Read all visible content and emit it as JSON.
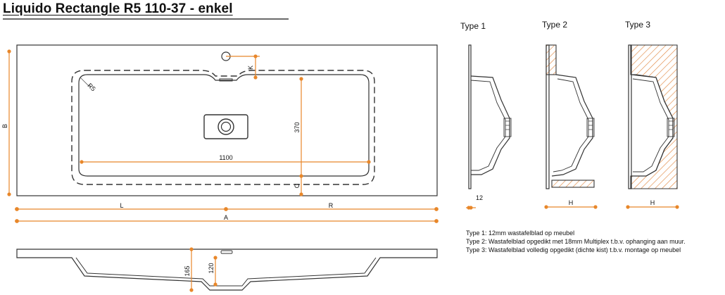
{
  "title": "Liquido Rectangle R5 110-37 - enkel",
  "dimensions": {
    "B": "B",
    "K": "K",
    "R5": "R5",
    "d370": "370",
    "d1100": "1100",
    "C": "C",
    "L": "L",
    "R": "R",
    "A": "A",
    "d165": "165",
    "d120": "120",
    "d12": "12",
    "H2": "H",
    "H3": "H"
  },
  "types": [
    {
      "label": "Type 1"
    },
    {
      "label": "Type 2"
    },
    {
      "label": "Type 3"
    }
  ],
  "legend": [
    "Type 1: 12mm wastafelblad op meubel",
    "Type 2: Wastafelblad opgedikt met 18mm Multiplex t.b.v. ophanging aan muur.",
    "Type 3: Wastafelblad volledig opgedikt (dichte kist) t.b.v. montage op meubel"
  ],
  "colors": {
    "dimension_line": "#e8872a",
    "outline": "#222222",
    "hatch": "#e08a45"
  }
}
